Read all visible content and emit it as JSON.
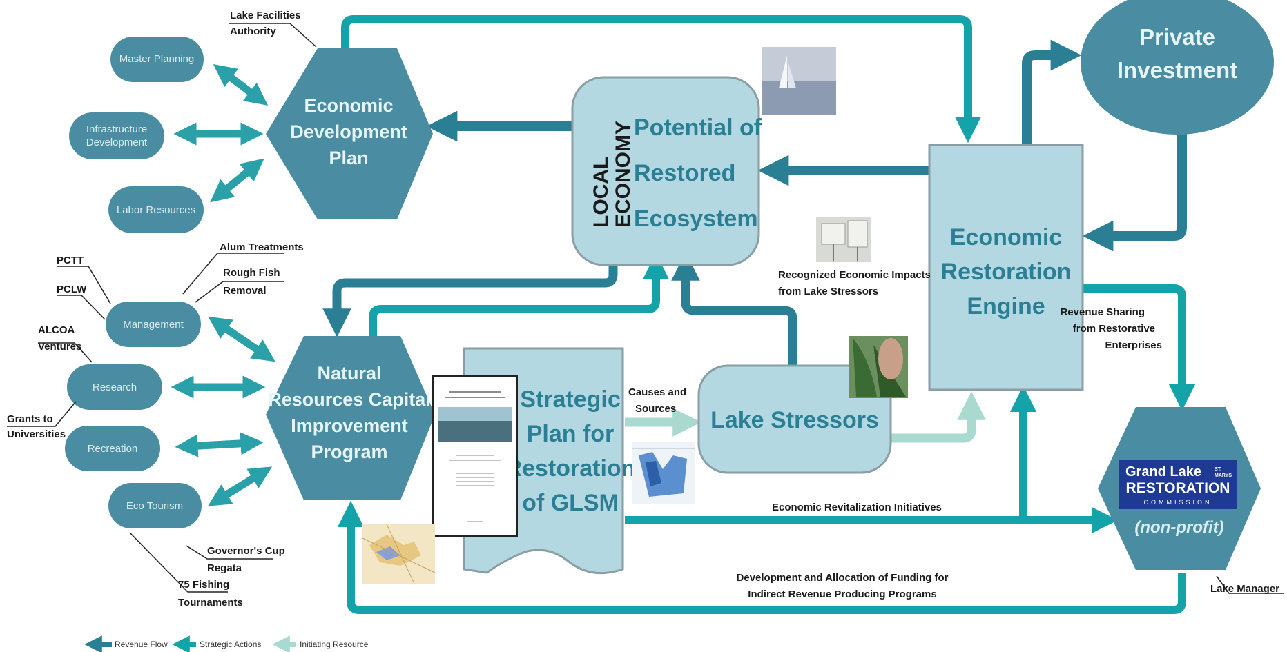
{
  "labels": {
    "lake_facilities_1": "Lake Facilities",
    "lake_facilities_2": "Authority",
    "master_planning": "Master Planning",
    "infra_1": "Infrastructure",
    "infra_2": "Development",
    "labor": "Labor Resources",
    "econ_dev_1": "Economic",
    "econ_dev_2": "Development",
    "econ_dev_3": "Plan",
    "local_1": "LOCAL",
    "local_2": "ECONOMY",
    "potential_1": "Potential of",
    "potential_2": "Restored",
    "potential_3": "Ecosystem",
    "private_1": "Private",
    "private_2": "Investment",
    "engine_1": "Economic",
    "engine_2": "Restoration",
    "engine_3": "Engine",
    "alum": "Alum Treatments",
    "rough_1": "Rough Fish",
    "rough_2": "Removal",
    "pctt": "PCTT",
    "pclw": "PCLW",
    "management": "Management",
    "alcoa_1": "ALCOA",
    "alcoa_2": "Ventures",
    "research": "Research",
    "grants_1": "Grants to",
    "grants_2": "Universities",
    "recreation": "Recreation",
    "eco_tourism": "Eco Tourism",
    "gov_1": "Governor's Cup",
    "gov_2": "Regata",
    "fishing_1": "75 Fishing",
    "fishing_2": "Tournaments",
    "nrcip_1": "Natural",
    "nrcip_2": "Resources Capital",
    "nrcip_3": "Improvement",
    "nrcip_4": "Program",
    "strategic_1": "Strategic",
    "strategic_2": "Plan for",
    "strategic_3": "Restoration",
    "strategic_4": "of GLSM",
    "causes_1": "Causes and",
    "causes_2": "Sources",
    "stressors": "Lake Stressors",
    "recognized_1": "Recognized Economic Impacts",
    "recognized_2": "from Lake Stressors",
    "revenue_sharing_1": "Revenue Sharing",
    "revenue_sharing_2": "from Restorative",
    "revenue_sharing_3": "Enterprises",
    "logo_1": "Grand Lake",
    "logo_st": "ST.",
    "logo_marys": "MARYS",
    "logo_2": "RESTORATION",
    "logo_3": "COMMISSION",
    "nonprofit": "(non-profit)",
    "lake_manager": "Lake Manager",
    "initiatives": "Economic Revitalization Initiatives",
    "development_1": "Development and Allocation of Funding for",
    "development_2": "Indirect Revenue Producing Programs"
  },
  "legend": [
    {
      "label": "Revenue Flow",
      "color": "#2b7f95"
    },
    {
      "label": "Strategic Actions",
      "color": "#14a3a8"
    },
    {
      "label": "Initiating Resource",
      "color": "#a9d9cf"
    }
  ],
  "colors": {
    "revenue_flow": "#2b7f95",
    "strategic_actions": "#14a3a8",
    "initiating_resource": "#a9d9cf",
    "light_box": "#b4d8e2",
    "dark_shape": "#4a8da3"
  },
  "icons": [
    "sailboat-photo",
    "sign-photo",
    "grass-photo",
    "report-document",
    "map-photo",
    "water-chart-photo"
  ]
}
